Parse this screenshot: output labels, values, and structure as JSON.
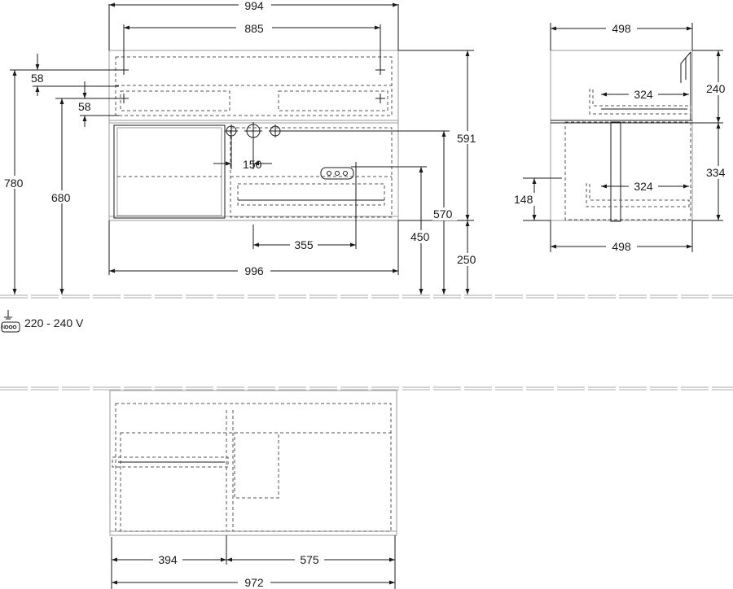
{
  "front_view": {
    "width_top": "994",
    "holes_spacing": "885",
    "offset_top_1": "58",
    "offset_top_2": "58",
    "height_total": "780",
    "height_mount": "680",
    "cabinet_height": "591",
    "cabinet_to_floor": "570",
    "floor_clearance": "250",
    "outlet_height": "450",
    "tap_offset": "150",
    "outlet_offset": "355",
    "width_bottom": "996"
  },
  "side_view": {
    "depth_top": "498",
    "upper_drawer_depth": "324",
    "upper_height": "240",
    "lower_drawer_depth": "324",
    "lower_height": "334",
    "plinth_height": "148",
    "depth_bottom": "498"
  },
  "electrical": {
    "voltage_label": "220 - 240 V",
    "icon": "power-socket-icon"
  },
  "plan_view": {
    "left_width": "394",
    "right_width": "575",
    "total_width": "972"
  }
}
